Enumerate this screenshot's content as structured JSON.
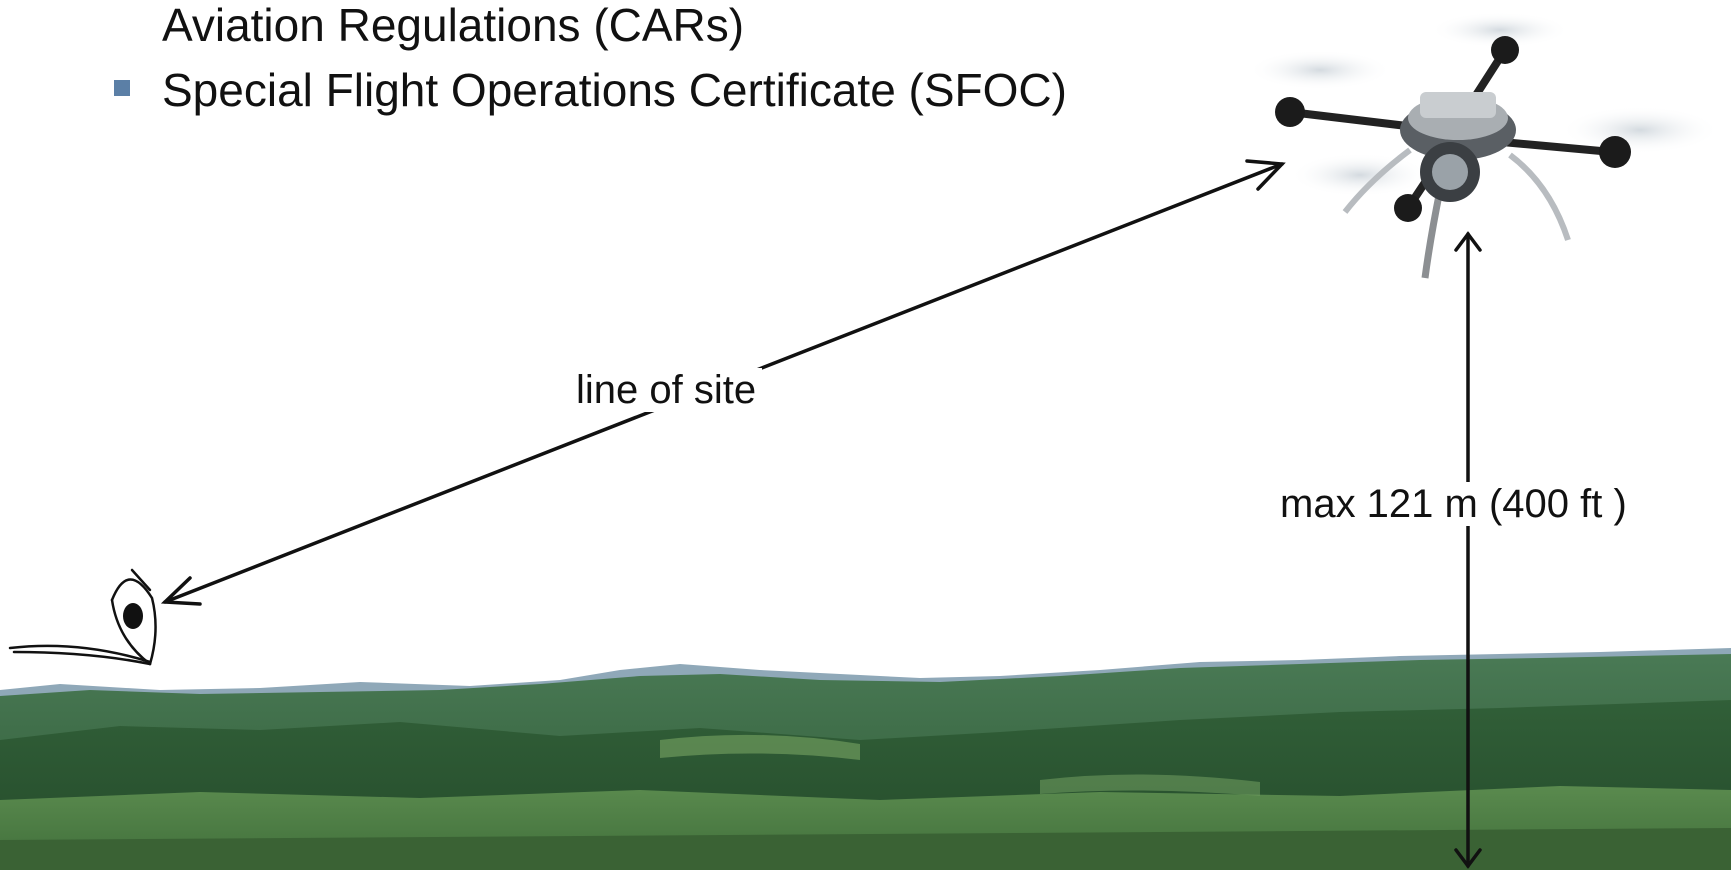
{
  "bullets": {
    "line1": "Aviation Regulations (CARs)",
    "line2": "Special Flight Operations Certificate (SFOC)"
  },
  "labels": {
    "line_of_site": "line of site",
    "max_height": "max 121 m (400 ft )"
  },
  "icons": {
    "observer": "eye-icon",
    "aircraft": "quadcopter-drone-icon"
  },
  "colors": {
    "bullet": "#5b7fa6",
    "arrow": "#111111",
    "sky": "#ffffff",
    "hills_far": "#3a6a45",
    "hills_near": "#2f5e38",
    "field": "#4f7f48"
  }
}
